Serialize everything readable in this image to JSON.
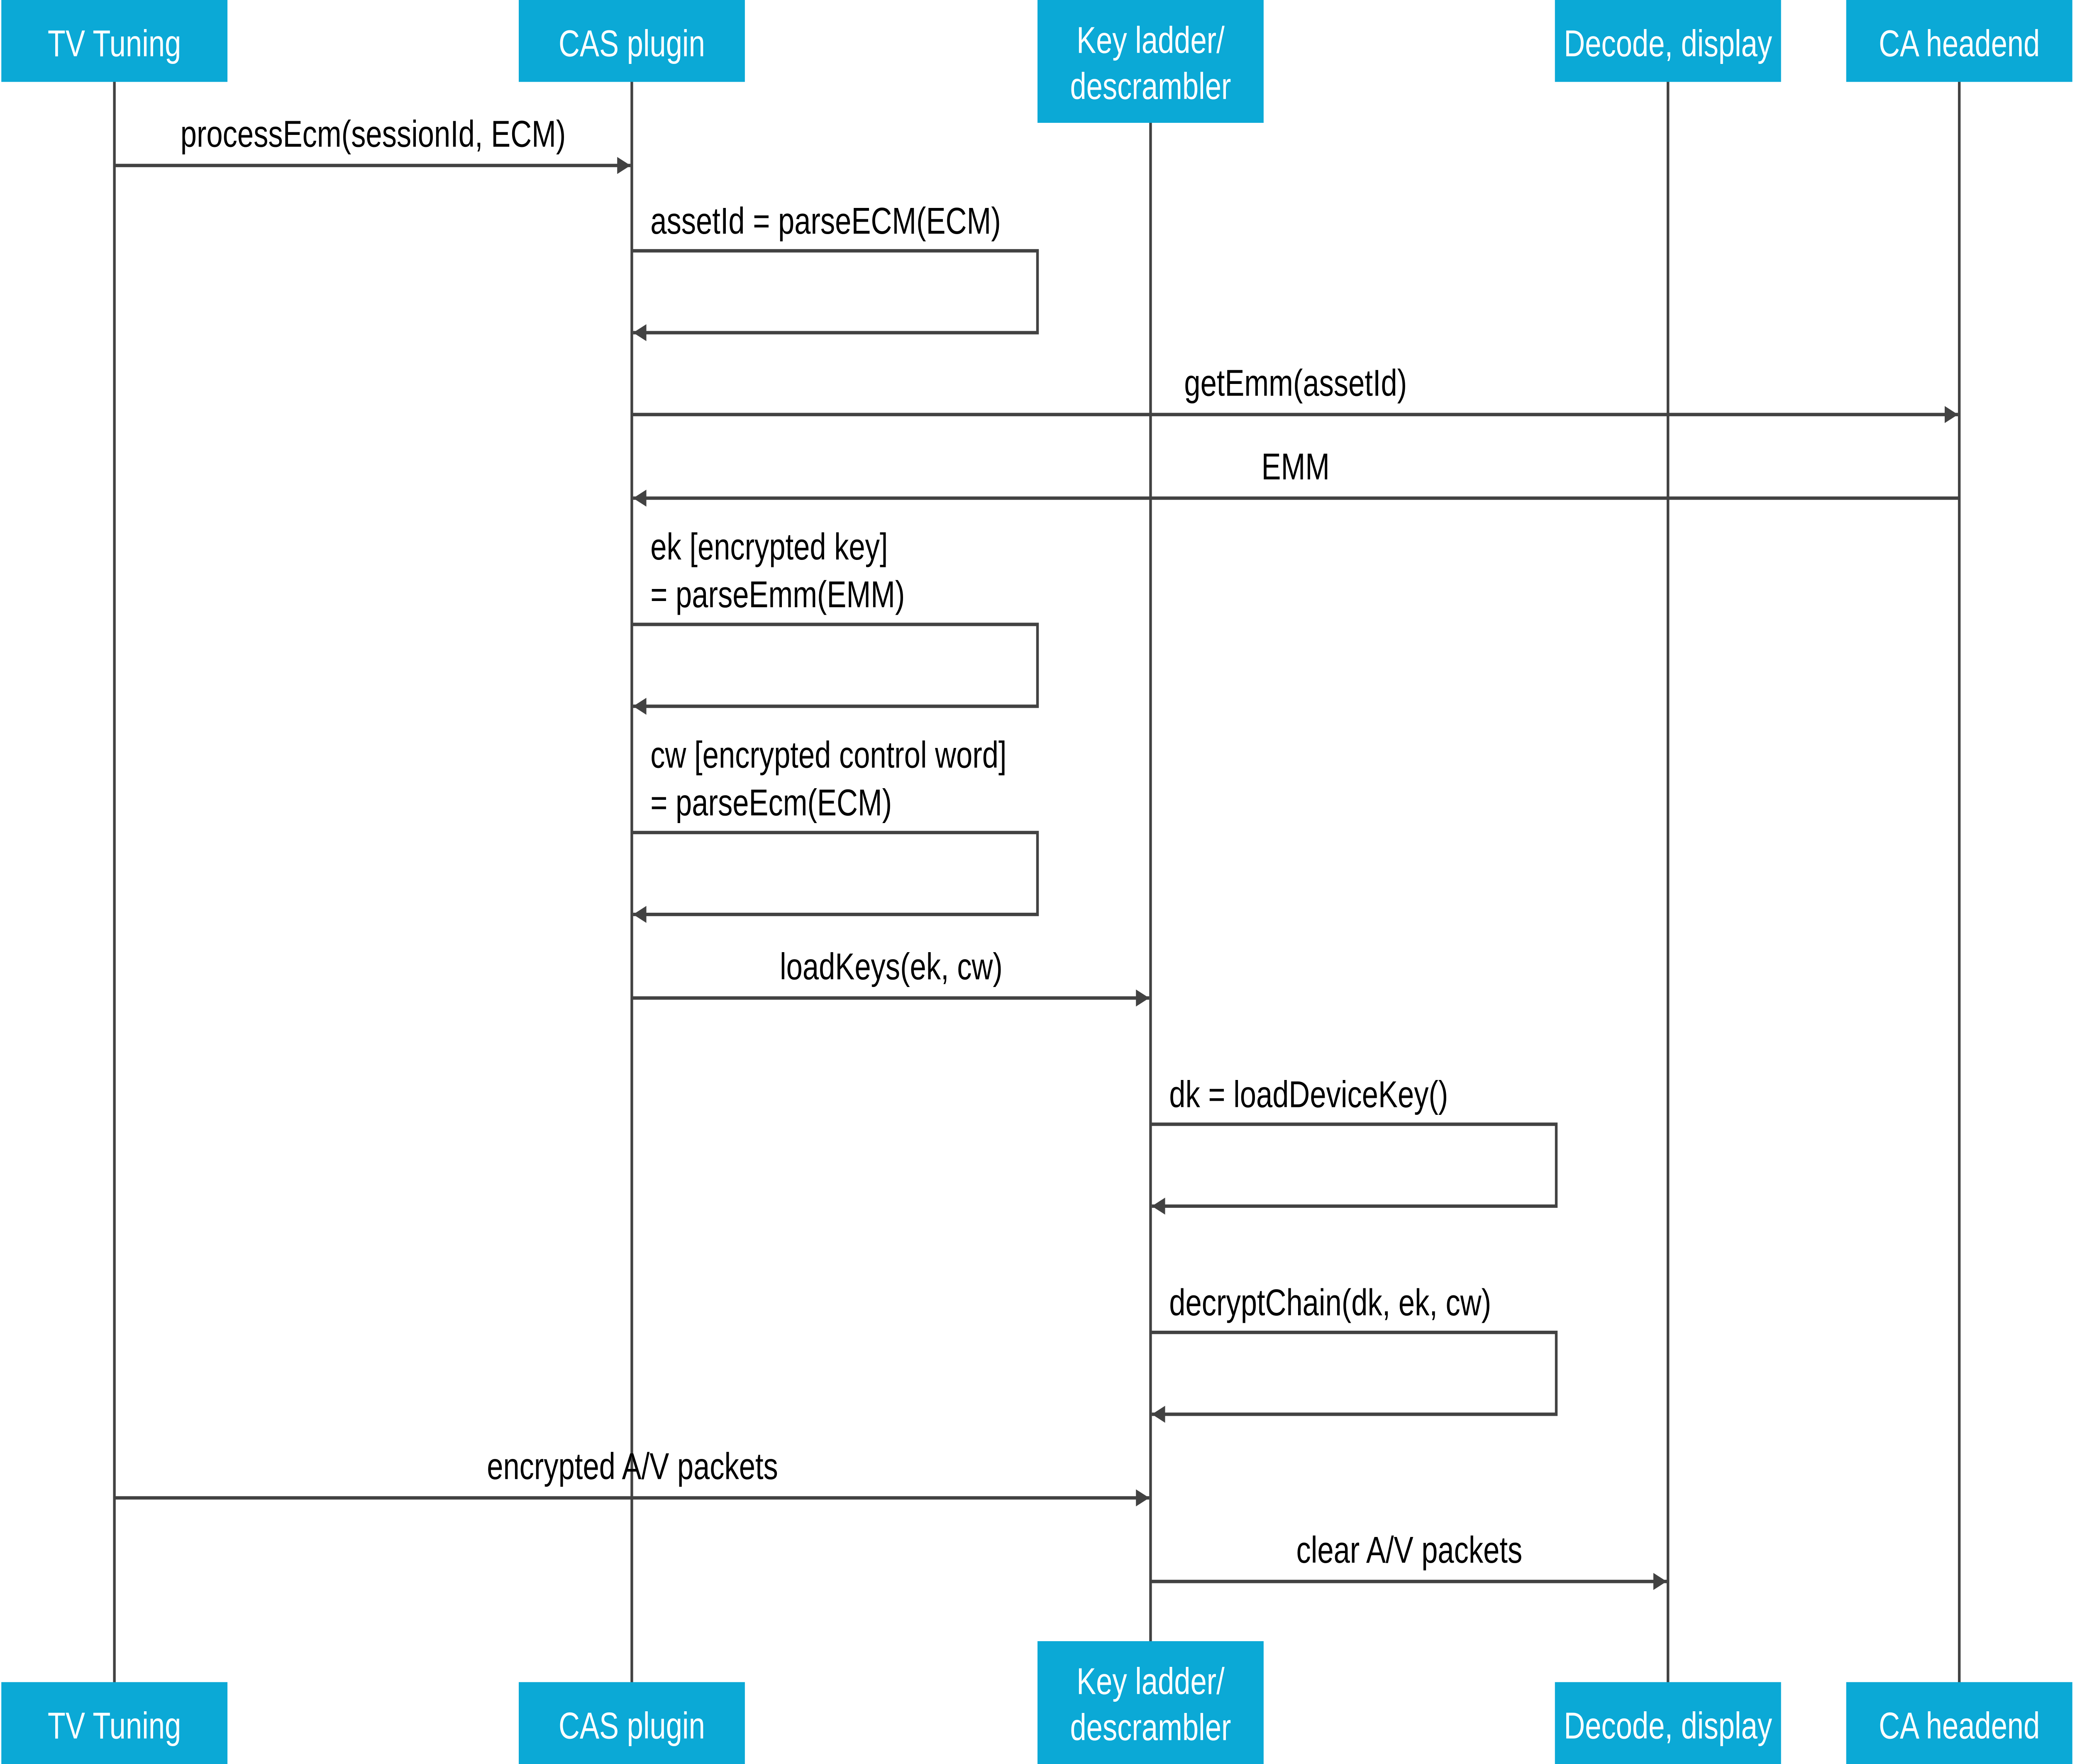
{
  "colors": {
    "header_fill": "#0ba9d6",
    "header_text": "#ffffff",
    "line": "#424242",
    "label_text": "#000000"
  },
  "participants": [
    {
      "id": "tv",
      "lines": [
        "TV Tuning"
      ]
    },
    {
      "id": "cas",
      "lines": [
        "CAS plugin"
      ]
    },
    {
      "id": "keyladder",
      "lines": [
        "Key ladder/",
        "descrambler"
      ]
    },
    {
      "id": "decode",
      "lines": [
        "Decode, display"
      ]
    },
    {
      "id": "headend",
      "lines": [
        "CA headend"
      ]
    }
  ],
  "messages": [
    {
      "from": "tv",
      "to": "cas",
      "lines": [
        "processEcm(sessionId, ECM)"
      ]
    },
    {
      "from": "cas",
      "to": "cas",
      "lines": [
        "assetId = parseECM(ECM)"
      ]
    },
    {
      "from": "cas",
      "to": "headend",
      "lines": [
        "getEmm(assetId)"
      ]
    },
    {
      "from": "headend",
      "to": "cas",
      "lines": [
        "EMM"
      ]
    },
    {
      "from": "cas",
      "to": "cas",
      "lines": [
        "ek [encrypted key]",
        "= parseEmm(EMM)"
      ]
    },
    {
      "from": "cas",
      "to": "cas",
      "lines": [
        "cw [encrypted control word]",
        "= parseEcm(ECM)"
      ]
    },
    {
      "from": "cas",
      "to": "keyladder",
      "lines": [
        "loadKeys(ek, cw)"
      ]
    },
    {
      "from": "keyladder",
      "to": "keyladder",
      "lines": [
        "dk = loadDeviceKey()"
      ]
    },
    {
      "from": "keyladder",
      "to": "keyladder",
      "lines": [
        "decryptChain(dk, ek, cw)"
      ]
    },
    {
      "from": "tv",
      "to": "keyladder",
      "lines": [
        "encrypted A/V packets"
      ]
    },
    {
      "from": "keyladder",
      "to": "decode",
      "lines": [
        "clear A/V packets"
      ]
    }
  ]
}
